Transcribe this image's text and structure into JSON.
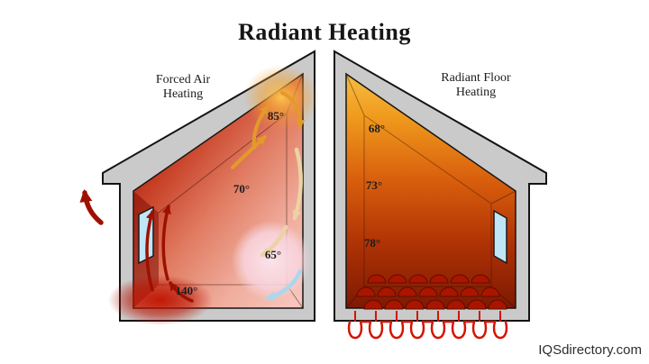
{
  "title": "Radiant Heating",
  "watermark": "IQSdirectory.com",
  "left_house": {
    "label": [
      "Forced Air",
      "Heating"
    ],
    "temps": {
      "ceiling": "85°",
      "mid": "70°",
      "lower": "65°",
      "supply": "140°"
    }
  },
  "right_house": {
    "label": [
      "Radiant Floor",
      "Heating"
    ],
    "temps": {
      "top": "68°",
      "mid": "73°",
      "floor": "78°"
    }
  },
  "colors": {
    "wall_gray": "#cacaca",
    "hot_red": "#aa1500",
    "warm_orange": "#e8860e",
    "cool_pink": "#f6d6de",
    "window_blue": "#bfe6f7",
    "coil_red": "#d41400",
    "arrow_orange": "#e39a2a",
    "arrow_dark_red": "#9e1000",
    "arrow_blue": "#a9d8ef",
    "arrow_tan": "#ecd2a4"
  }
}
